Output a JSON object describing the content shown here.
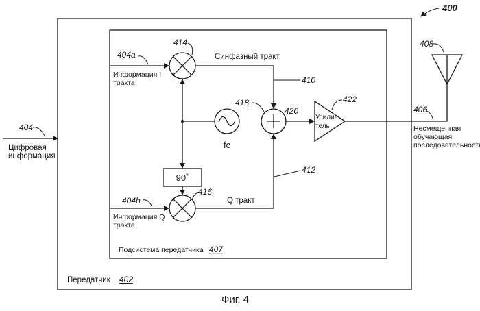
{
  "figure_number": "400",
  "caption": "Фиг. 4",
  "transmitter": {
    "label": "Передатчик",
    "ref": "402"
  },
  "subsystem": {
    "label": "Подсистема передатчика",
    "ref": "407"
  },
  "digital_info": {
    "ref": "404",
    "line1": "Цифровая",
    "line2": "информация"
  },
  "info_i": {
    "ref": "404a",
    "line1": "Информация I",
    "line2": "тракта"
  },
  "info_q": {
    "ref": "404b",
    "line1": "Информация Q",
    "line2": "тракта"
  },
  "mixer_i": {
    "ref": "414"
  },
  "mixer_q": {
    "ref": "416"
  },
  "phase_shift": {
    "label": "90˚"
  },
  "oscillator": {
    "label": "fc"
  },
  "adder": {
    "ref": "418"
  },
  "in_phase_path": {
    "label": "Синфазный тракт",
    "ref": "410"
  },
  "q_path": {
    "label": "Q тракт",
    "ref": "412"
  },
  "adder_out": {
    "ref": "420"
  },
  "amplifier": {
    "ref": "422",
    "line1": "Усили-",
    "line2": "тель"
  },
  "output": {
    "ref": "406",
    "line1": "Несмещенная",
    "line2": "обучающая",
    "line3": "последовательность"
  },
  "antenna": {
    "ref": "408"
  }
}
